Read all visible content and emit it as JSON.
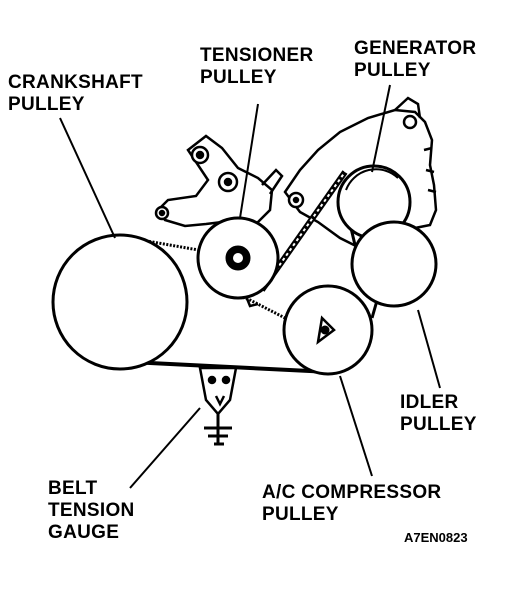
{
  "labels": {
    "tensioner_pulley": [
      "TENSIONER",
      "PULLEY"
    ],
    "generator_pulley": [
      "GENERATOR",
      "PULLEY"
    ],
    "crankshaft_pulley": [
      "CRANKSHAFT",
      "PULLEY"
    ],
    "idler_pulley": [
      "IDLER",
      "PULLEY"
    ],
    "belt_tension_gauge": [
      "BELT",
      "TENSION",
      "GAUGE"
    ],
    "ac_compressor_pulley": [
      "A/C COMPRESSOR",
      "PULLEY"
    ]
  },
  "figure_code": "A7EN0823"
}
